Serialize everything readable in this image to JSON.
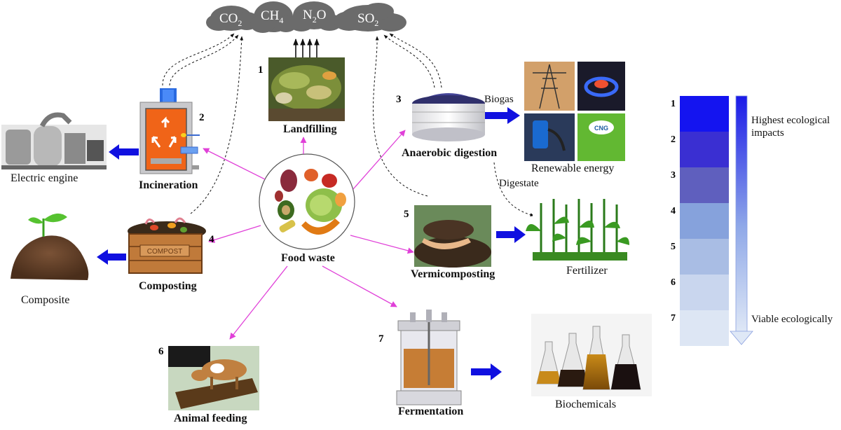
{
  "gases": {
    "co2": "CO",
    "co2_sub": "2",
    "ch4": "CH",
    "ch4_sub": "4",
    "n2o": "N",
    "n2o_sub": "2",
    "n2o_tail": "O",
    "so2": "SO",
    "so2_sub": "2"
  },
  "center": {
    "label": "Food waste"
  },
  "methods": {
    "landfilling": {
      "num": "1",
      "label": "Landfilling"
    },
    "incineration": {
      "num": "2",
      "label": "Incineration"
    },
    "anaerobic": {
      "num": "3",
      "label": "Anaerobic digestion"
    },
    "composting": {
      "num": "4",
      "label": "Composting"
    },
    "vermicomposting": {
      "num": "5",
      "label": "Vermicomposting"
    },
    "animal_feeding": {
      "num": "6",
      "label": "Animal feeding"
    },
    "fermentation": {
      "num": "7",
      "label": "Fermentation"
    }
  },
  "products": {
    "electric_engine": "Electric engine",
    "composite": "Composite",
    "renewable_energy": "Renewable energy",
    "fertilizer": "Fertilizer",
    "biochemicals": "Biochemicals",
    "biogas": "Biogas",
    "digestate": "Digestate",
    "cng": "CNG"
  },
  "scale": {
    "levels": [
      "1",
      "2",
      "3",
      "4",
      "5",
      "6",
      "7"
    ],
    "colors": [
      "#1414f0",
      "#3a2fd2",
      "#5f5fbe",
      "#86a2dc",
      "#a9bde4",
      "#c9d6ee",
      "#dde6f4"
    ],
    "top_label_1": "Highest ecological",
    "top_label_2": "impacts",
    "bottom_label": "Viable ecologically"
  },
  "colors": {
    "pink": "#e040d8",
    "blue_arrow": "#1010e0",
    "cloud": "#6b6b6b"
  }
}
